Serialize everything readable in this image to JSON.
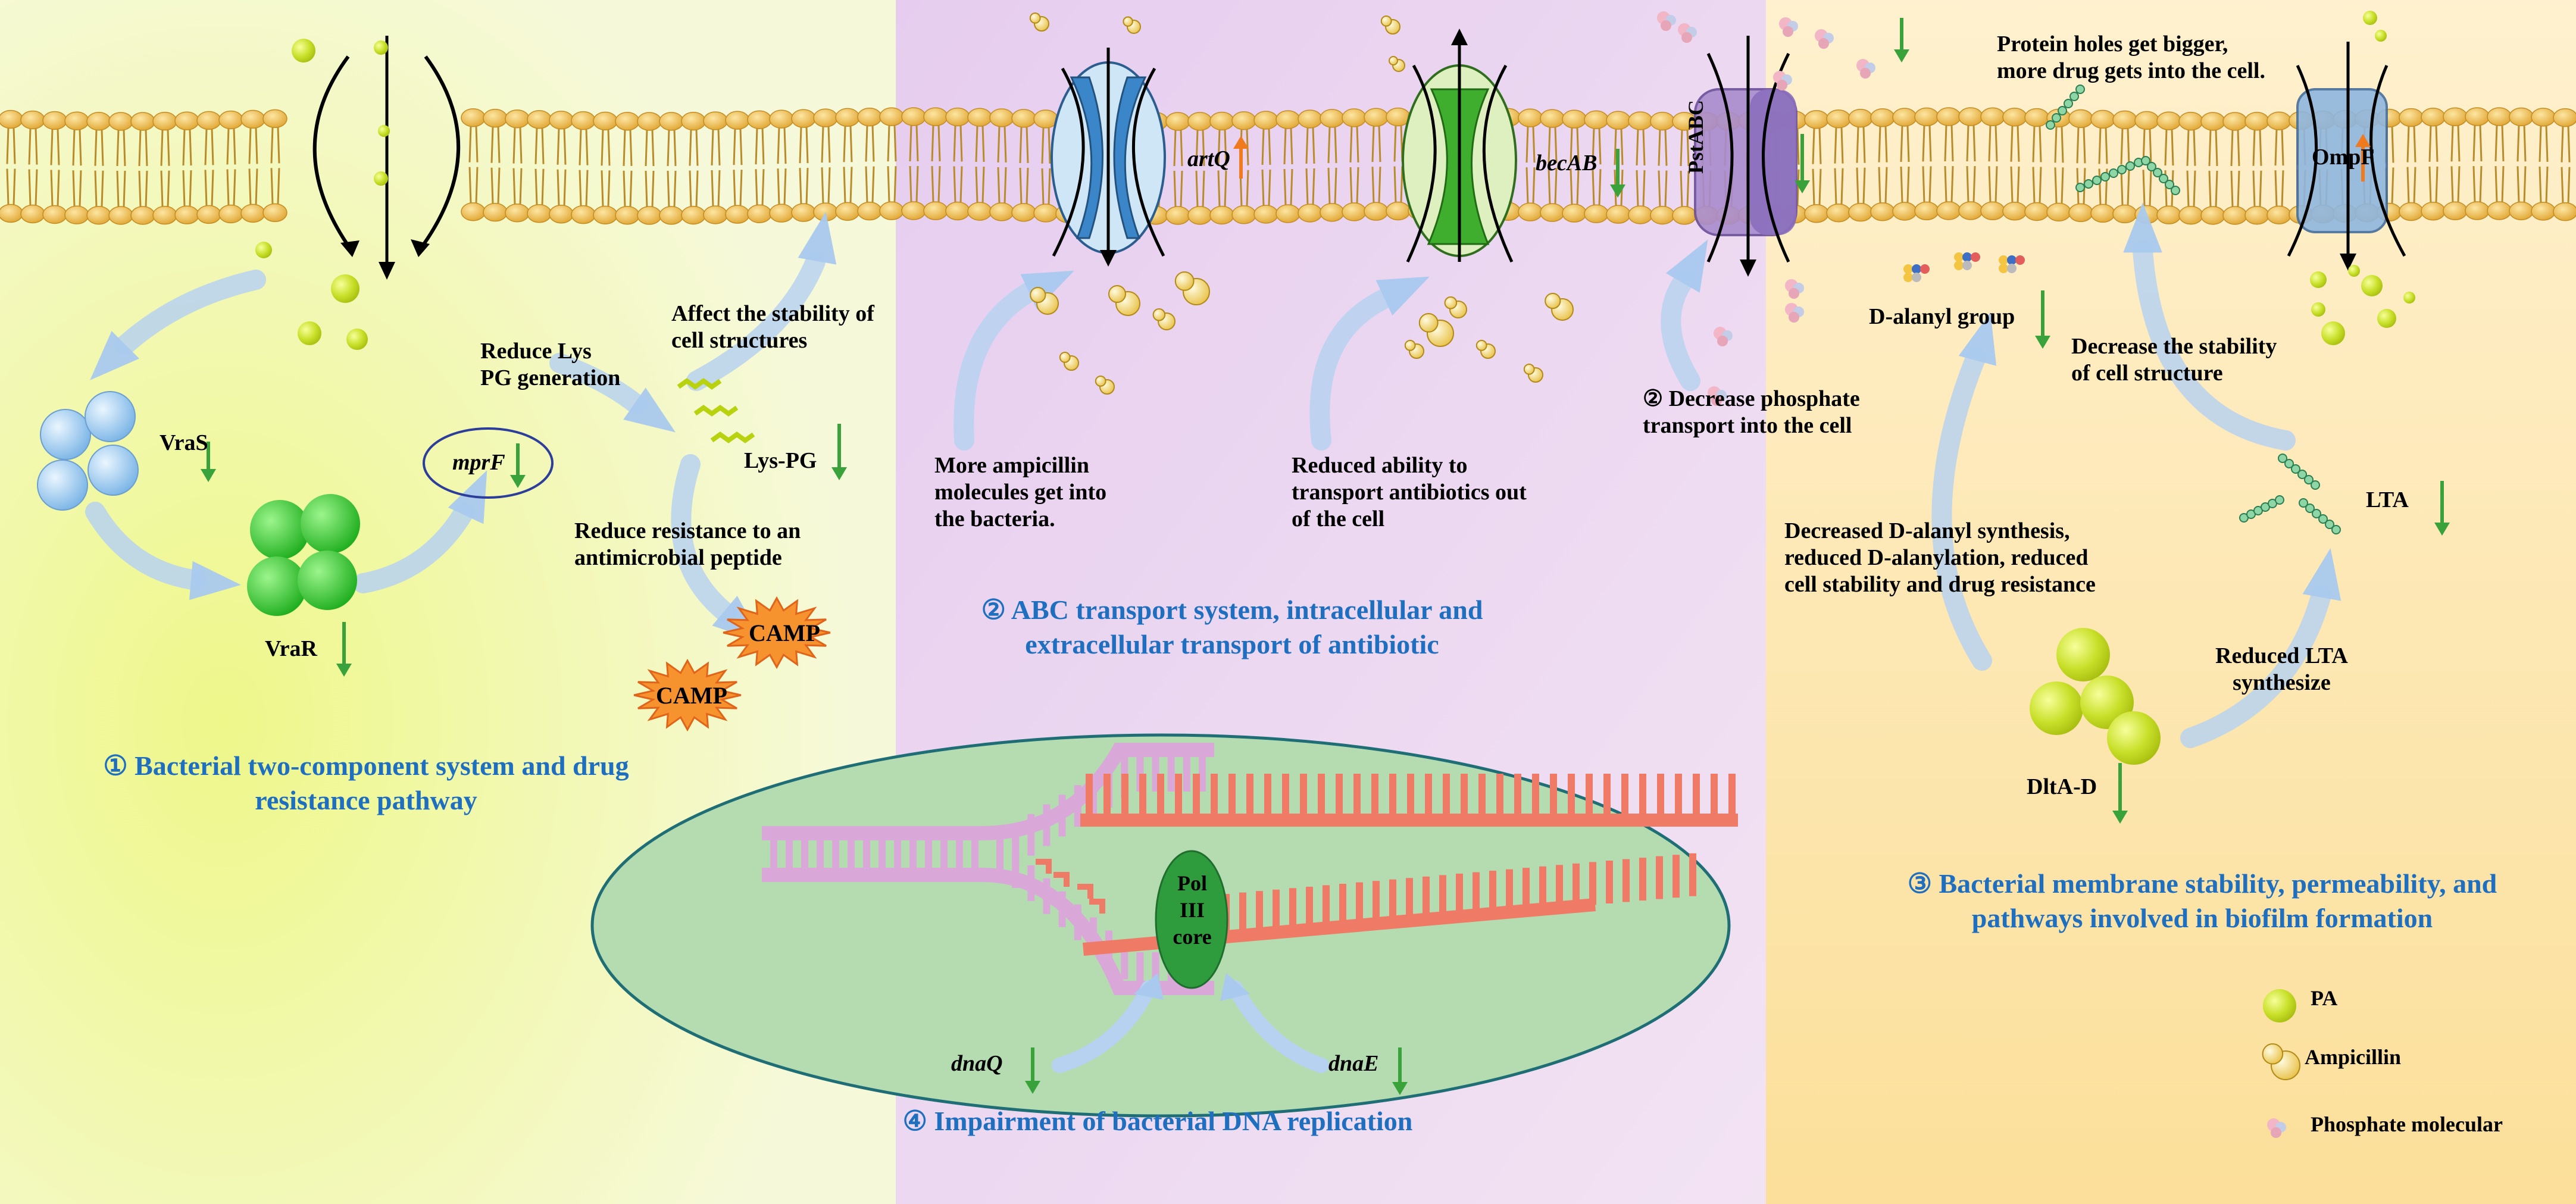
{
  "titles": {
    "t1_l1": "① Bacterial two-component system and drug",
    "t1_l2": "resistance pathway",
    "t2_l1": "② ABC transport system, intracellular and",
    "t2_l2": "extracellular transport of antibiotic",
    "t3_l1": "③ Bacterial membrane stability, permeability, and",
    "t3_l2": "pathways involved in biofilm formation",
    "t4": "④ Impairment of bacterial DNA replication"
  },
  "labels": {
    "vras": "VraS",
    "vrar": "VraR",
    "mprf": "mprF",
    "reduce_lys_l1": "Reduce Lys",
    "reduce_lys_l2": "PG generation",
    "affect_l1": "Affect the stability of",
    "affect_l2": "cell structures",
    "lyspg": "Lys-PG",
    "reduce_res_l1": "Reduce resistance to an",
    "reduce_res_l2": "antimicrobial peptide",
    "camp1": "CAMP",
    "camp2": "CAMP",
    "artq": "artQ",
    "becab": "becAB",
    "pstabc": "PstABC",
    "ompf": "OmpF",
    "more_amp_l1": "More ampicillin",
    "more_amp_l2": "molecules get into",
    "more_amp_l3": "the bacteria.",
    "reduced_ab_l1": "Reduced ability to",
    "reduced_ab_l2": "transport antibiotics out",
    "reduced_ab_l3": "of the cell",
    "phos_l1": "② Decrease phosphate",
    "phos_l2": "transport into the cell",
    "holes_l1": "Protein holes get bigger,",
    "holes_l2": "more drug gets into the cell.",
    "dalanyl": "D-alanyl group",
    "decr_stab_l1": "Decrease the stability",
    "decr_stab_l2": "of cell structure",
    "lta": "LTA",
    "decr_d_l1": "Decreased D-alanyl synthesis,",
    "decr_d_l2": "reduced D-alanylation, reduced",
    "decr_d_l3": "cell stability and drug resistance",
    "red_lta_l1": "Reduced LTA",
    "red_lta_l2": "synthesize",
    "dlt": "DltA-D",
    "pol_l1": "Pol",
    "pol_l2": "III",
    "pol_l3": "core",
    "dnaq": "dnaQ",
    "dnae": "dnaE"
  },
  "legend": {
    "pa": "PA",
    "ampicillin": "Ampicillin",
    "phosphate": "Phosphate molecular"
  },
  "colors": {
    "panel1": "#f2f7c4",
    "panel2": "#ead6f0",
    "panel3": "#fde9b8",
    "ellipse": "#b5dcb0",
    "title": "#1f6fc1",
    "down_arrow": "#3aa23a",
    "up_arrow": "#f07a1e",
    "membrane": "#f3c25a"
  }
}
